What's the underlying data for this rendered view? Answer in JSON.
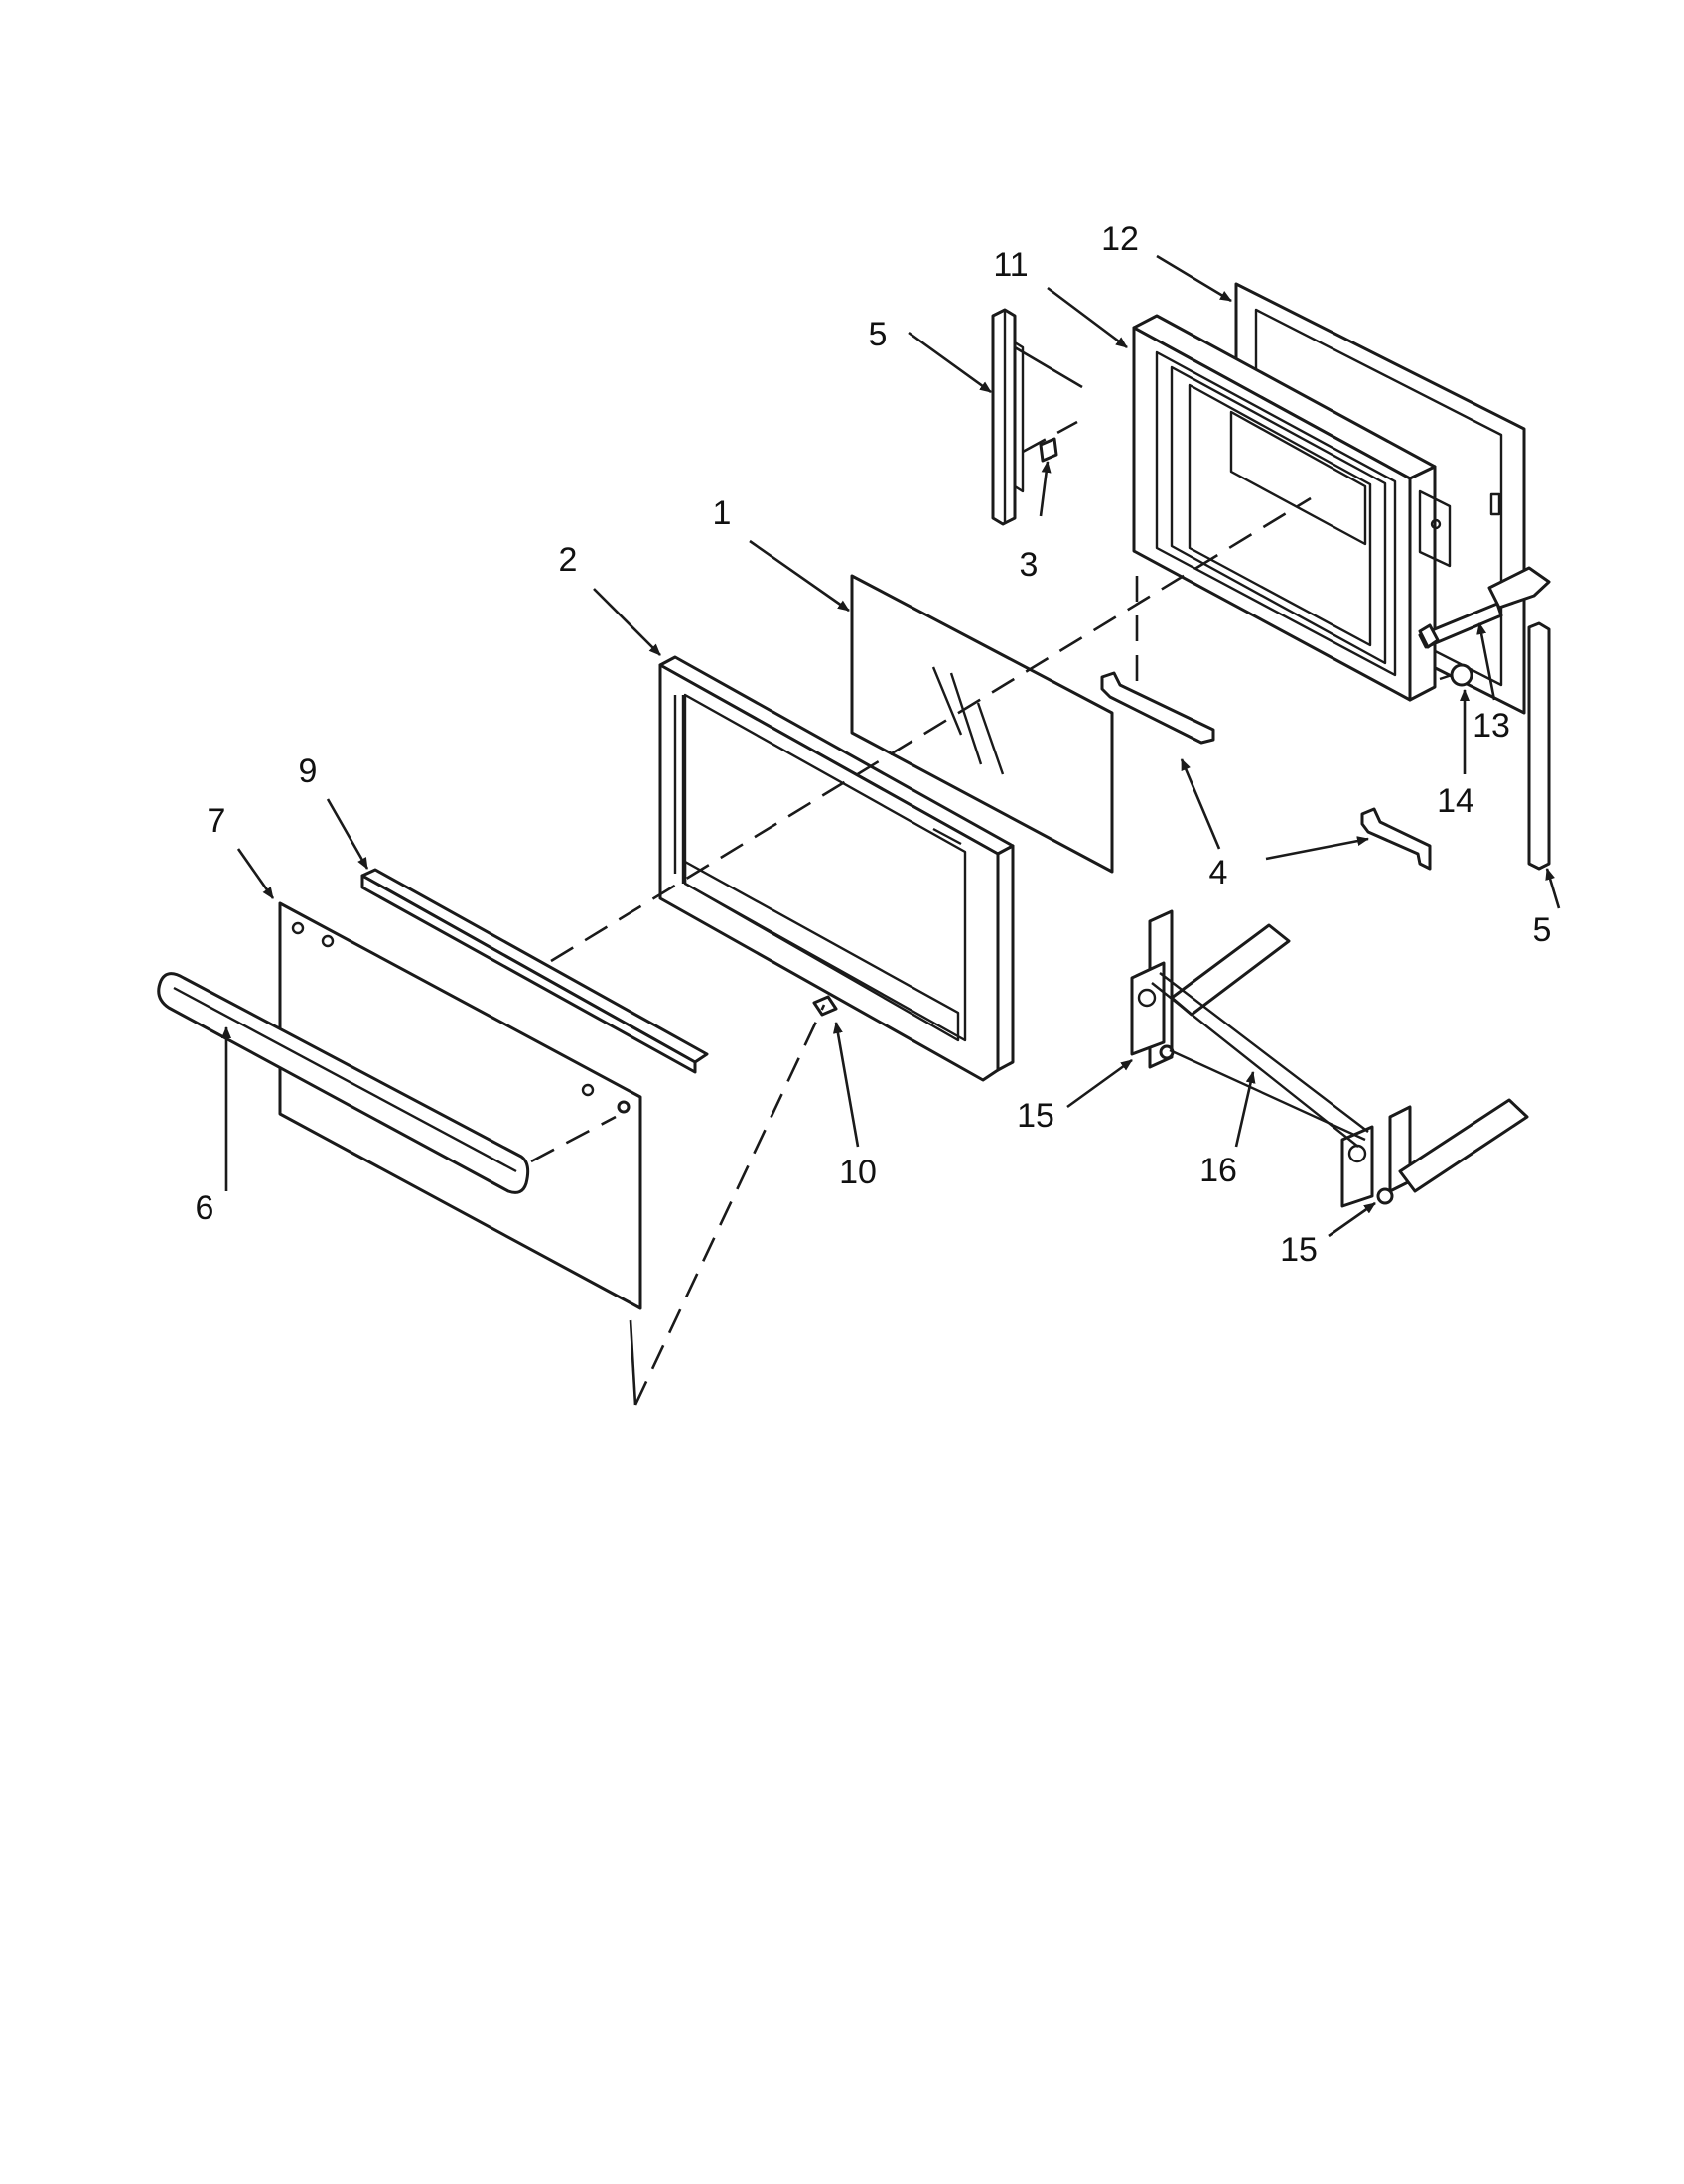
{
  "colors": {
    "line": "#1a1a1a",
    "background": "#ffffff"
  },
  "callouts": [
    {
      "id": "c1",
      "label": "1"
    },
    {
      "id": "c2",
      "label": "2"
    },
    {
      "id": "c3",
      "label": "3"
    },
    {
      "id": "c4",
      "label": "4"
    },
    {
      "id": "c5a",
      "label": "5"
    },
    {
      "id": "c5b",
      "label": "5"
    },
    {
      "id": "c6",
      "label": "6"
    },
    {
      "id": "c7",
      "label": "7"
    },
    {
      "id": "c9",
      "label": "9"
    },
    {
      "id": "c10",
      "label": "10"
    },
    {
      "id": "c11",
      "label": "11"
    },
    {
      "id": "c12",
      "label": "12"
    },
    {
      "id": "c13",
      "label": "13"
    },
    {
      "id": "c14",
      "label": "14"
    },
    {
      "id": "c15a",
      "label": "15"
    },
    {
      "id": "c15b",
      "label": "15"
    },
    {
      "id": "c16",
      "label": "16"
    }
  ]
}
